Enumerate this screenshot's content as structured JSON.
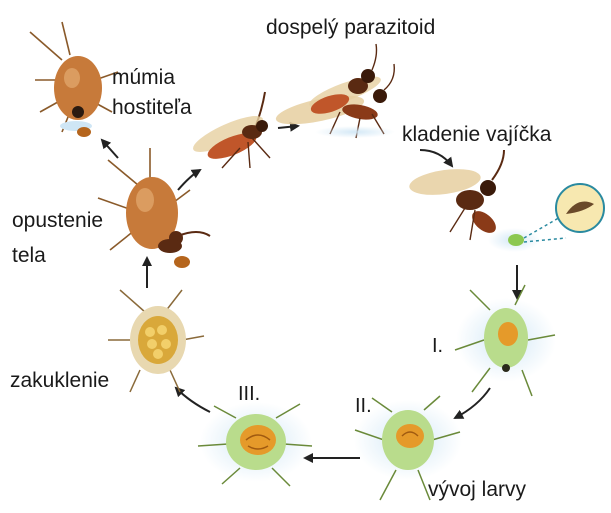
{
  "labels": {
    "adult": "dospelý parazitoid",
    "egg_laying": "kladenie vajíčka",
    "mummy_line1": "múmia",
    "mummy_line2": "hostiteľa",
    "exit_line1": "opustenie",
    "exit_line2": "tela",
    "pupation": "zakuklenie",
    "larva_dev": "vývoj larvy",
    "stage_1": "I.",
    "stage_2": "II.",
    "stage_3": "III."
  },
  "colors": {
    "aphid_green": "#b9dc8c",
    "aphid_brown": "#c77a3a",
    "larva_orange": "#e59a2a",
    "wasp_body": "#5a2a12",
    "wing": "#e6cfa0",
    "arrow": "#222222",
    "glow": "#cfe6f5"
  }
}
